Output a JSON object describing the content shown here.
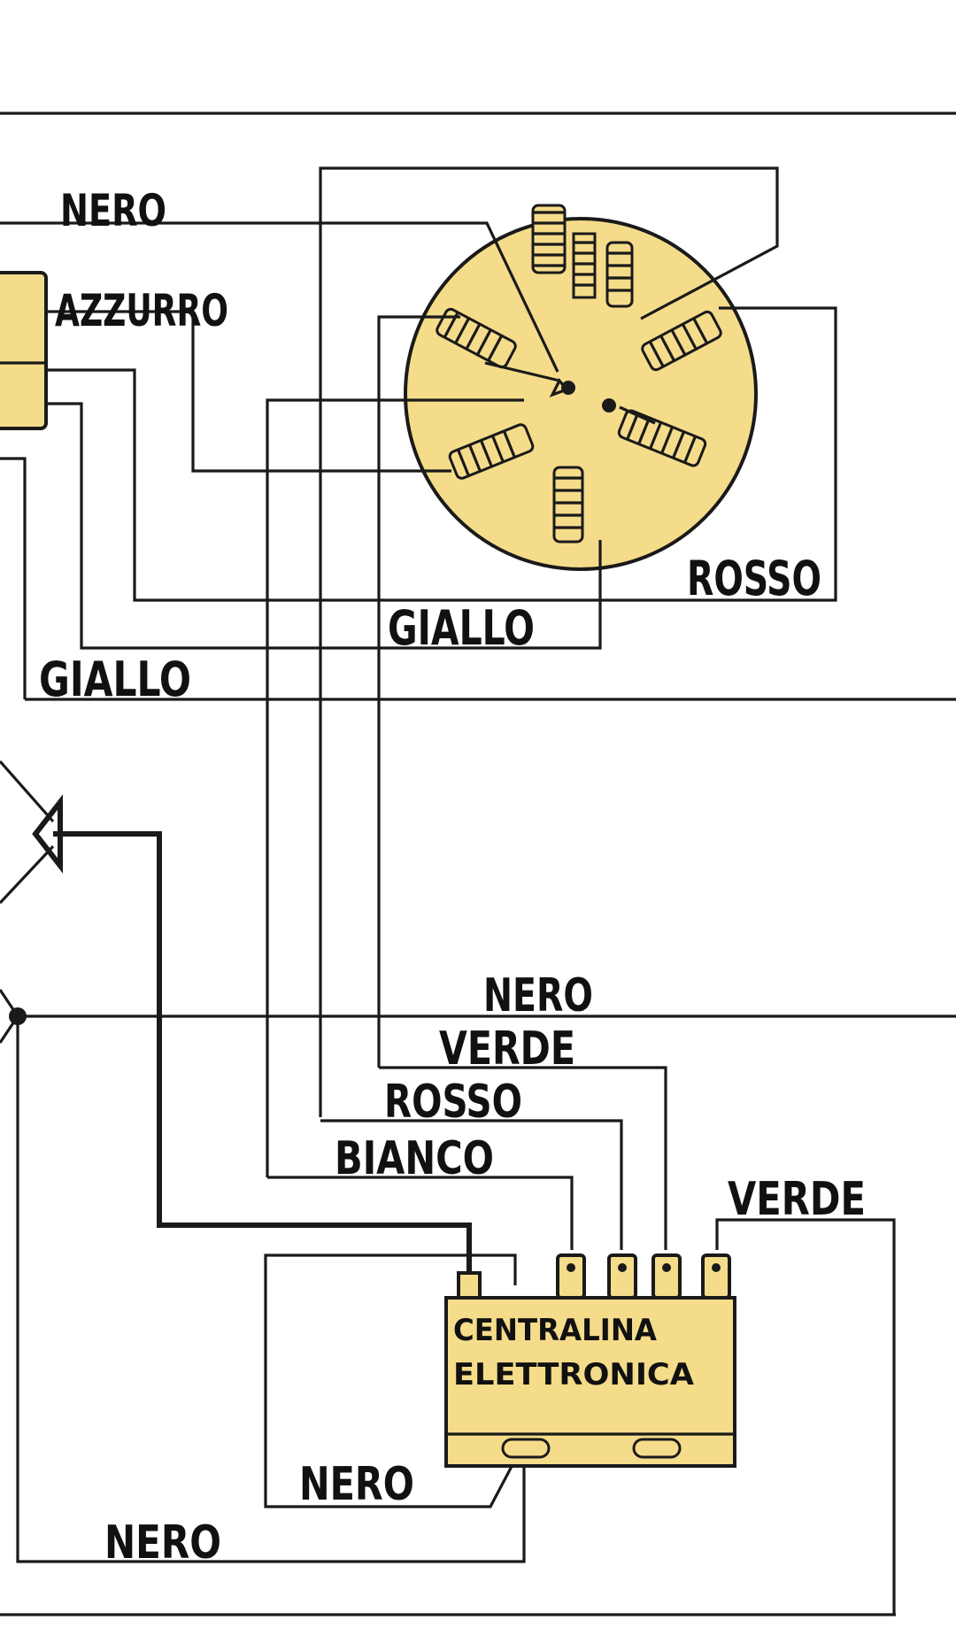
{
  "stator_labels": {
    "nero": "NERO",
    "azzurro": "AZZURRO",
    "rosso": "ROSSO",
    "giallo_inner": "GIALLO",
    "giallo_outer": "GIALLO"
  },
  "control_wire_labels": {
    "nero": "NERO",
    "verde": "VERDE",
    "rosso": "ROSSO",
    "bianco": "BIANCO",
    "verde_right": "VERDE"
  },
  "ground_labels": {
    "nero_inner": "NERO",
    "nero_outer": "NERO"
  },
  "control_unit": {
    "line1": "CENTRALINA",
    "line2": "ELETTRONICA"
  },
  "colors": {
    "component_fill": "#f5dc8a",
    "wire": "#1a1a1a",
    "background": "#ffffff"
  }
}
